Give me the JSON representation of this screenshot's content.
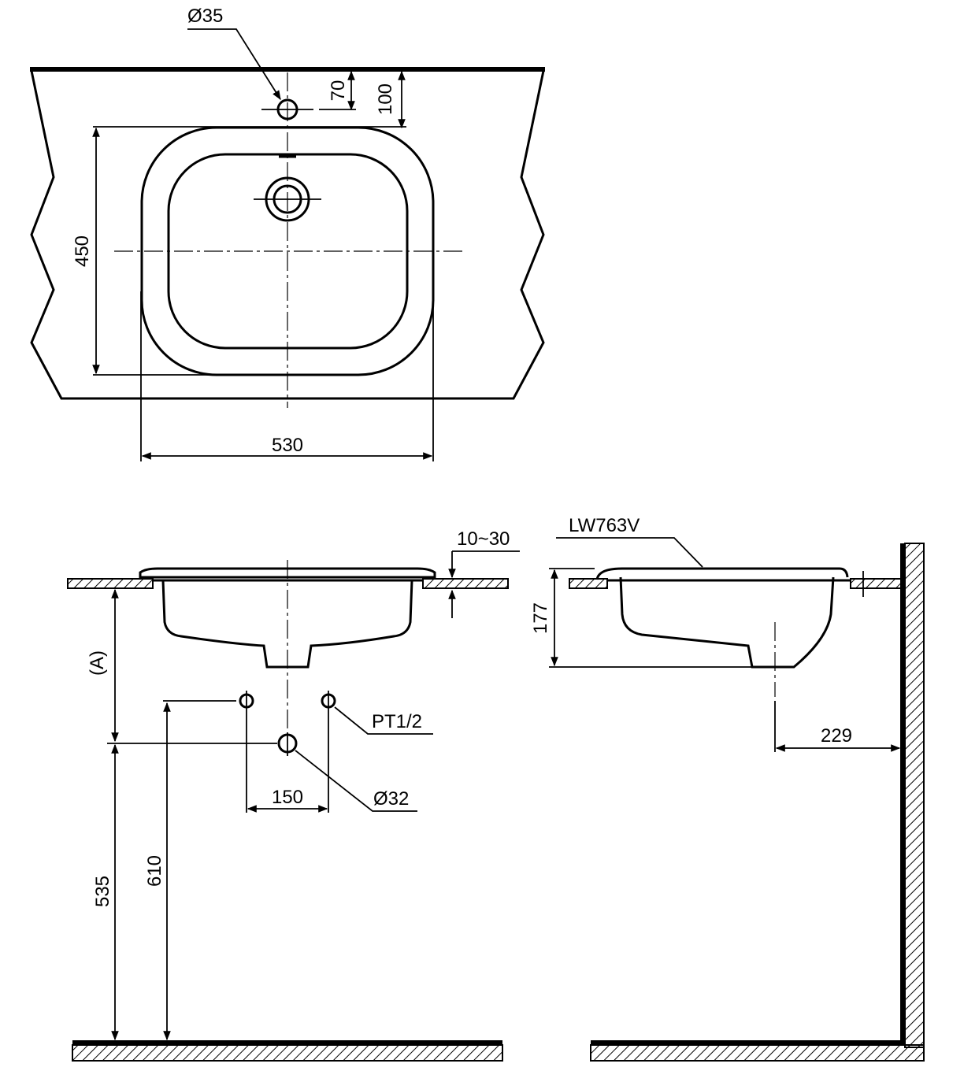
{
  "top_view": {
    "tap_hole": "Ø35",
    "tap_offset_small": "70",
    "tap_offset_large": "100",
    "basin_depth": "450",
    "basin_width": "530"
  },
  "front_view": {
    "counter_thickness": "10~30",
    "drain_height": "(A)",
    "supply_spacing": "150",
    "supply_thread": "PT1/2",
    "drain_outlet": "Ø32",
    "drain_floor_height": "535",
    "supply_floor_height": "610"
  },
  "side_view": {
    "model": "LW763V",
    "basin_height": "177",
    "drain_wall_distance": "229"
  }
}
